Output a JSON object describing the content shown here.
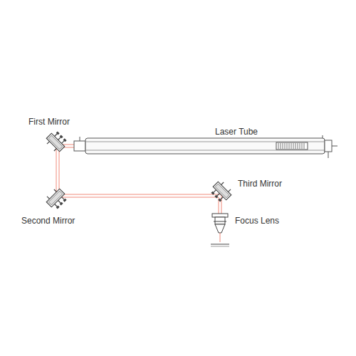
{
  "diagram": {
    "labels": [
      "First Mirror",
      "Laser Tube",
      "Second Mirror",
      "Third Mirror",
      "Focus Lens"
    ]
  }
}
